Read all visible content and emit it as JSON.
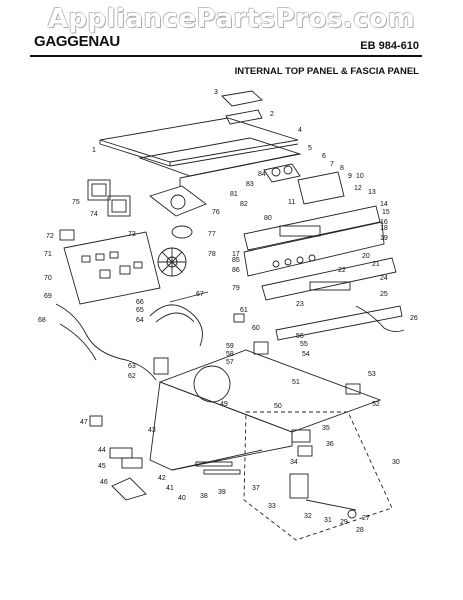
{
  "watermark": "AppliancePartsPros.com",
  "header": {
    "brand": "GAGGENAU",
    "model": "EB 984-610",
    "title": "INTERNAL TOP PANEL & FASCIA PANEL"
  },
  "part_labels": [
    "1",
    "2",
    "3",
    "4",
    "5",
    "6",
    "7",
    "8",
    "9",
    "10",
    "11",
    "12",
    "13",
    "14",
    "15",
    "16",
    "17",
    "18",
    "19",
    "20",
    "21",
    "22",
    "23",
    "24",
    "25",
    "26",
    "27",
    "28",
    "29",
    "30",
    "31",
    "32",
    "33",
    "34",
    "35",
    "36",
    "37",
    "38",
    "39",
    "40",
    "41",
    "42",
    "43",
    "44",
    "45",
    "46",
    "47",
    "49",
    "50",
    "51",
    "52",
    "53",
    "54",
    "55",
    "56",
    "57",
    "58",
    "59",
    "60",
    "61",
    "62",
    "63",
    "64",
    "65",
    "66",
    "67",
    "68",
    "69",
    "70",
    "71",
    "72",
    "73",
    "74",
    "75",
    "76",
    "77",
    "78",
    "79",
    "80",
    "81",
    "82",
    "83",
    "84",
    "85",
    "86"
  ]
}
